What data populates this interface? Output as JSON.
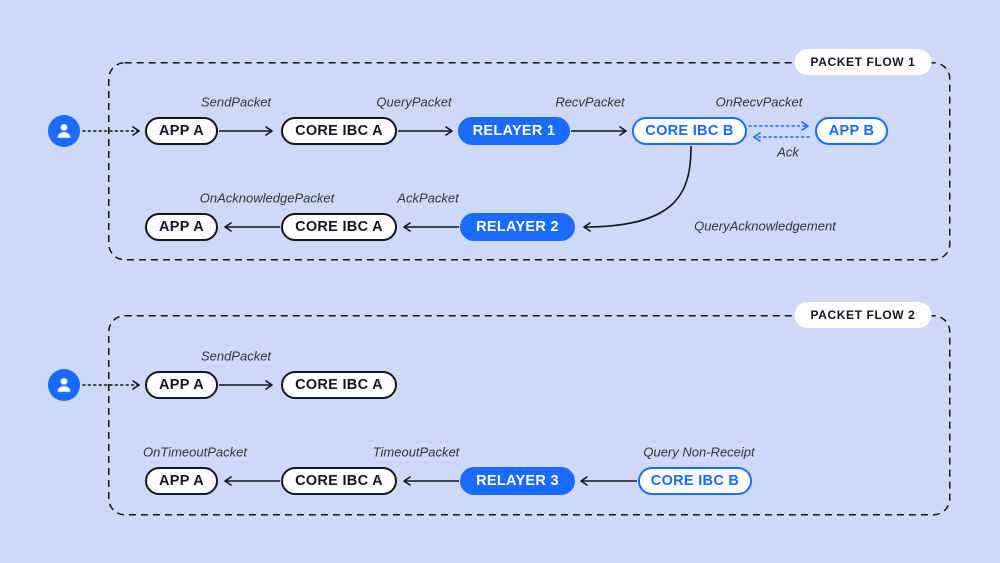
{
  "colors": {
    "background": "#cdd9f7",
    "accent_blue": "#1a6bff",
    "ink": "#15151e"
  },
  "icons": {
    "user": "user-icon"
  },
  "flow1": {
    "badge": "PACKET FLOW 1",
    "row1": {
      "app_a": "APP A",
      "core_ibc_a": "CORE IBC A",
      "relayer_1": "RELAYER 1",
      "core_ibc_b": "CORE IBC B",
      "app_b": "APP B",
      "labels": {
        "send_packet": "SendPacket",
        "query_packet": "QueryPacket",
        "recv_packet": "RecvPacket",
        "on_recv_packet": "OnRecvPacket",
        "ack": "Ack"
      }
    },
    "row2": {
      "app_a": "APP A",
      "core_ibc_a": "CORE IBC A",
      "relayer_2": "RELAYER 2",
      "labels": {
        "on_acknowledge_packet": "OnAcknowledgePacket",
        "ack_packet": "AckPacket",
        "query_acknowledgement": "QueryAcknowledgement"
      }
    }
  },
  "flow2": {
    "badge": "PACKET FLOW 2",
    "row1": {
      "app_a": "APP A",
      "core_ibc_a": "CORE IBC A",
      "labels": {
        "send_packet": "SendPacket"
      }
    },
    "row2": {
      "app_a": "APP A",
      "core_ibc_a": "CORE IBC A",
      "relayer_3": "RELAYER 3",
      "core_ibc_b": "CORE IBC B",
      "labels": {
        "on_timeout_packet": "OnTimeoutPacket",
        "timeout_packet": "TimeoutPacket",
        "query_non_receipt": "Query Non-Receipt"
      }
    }
  }
}
